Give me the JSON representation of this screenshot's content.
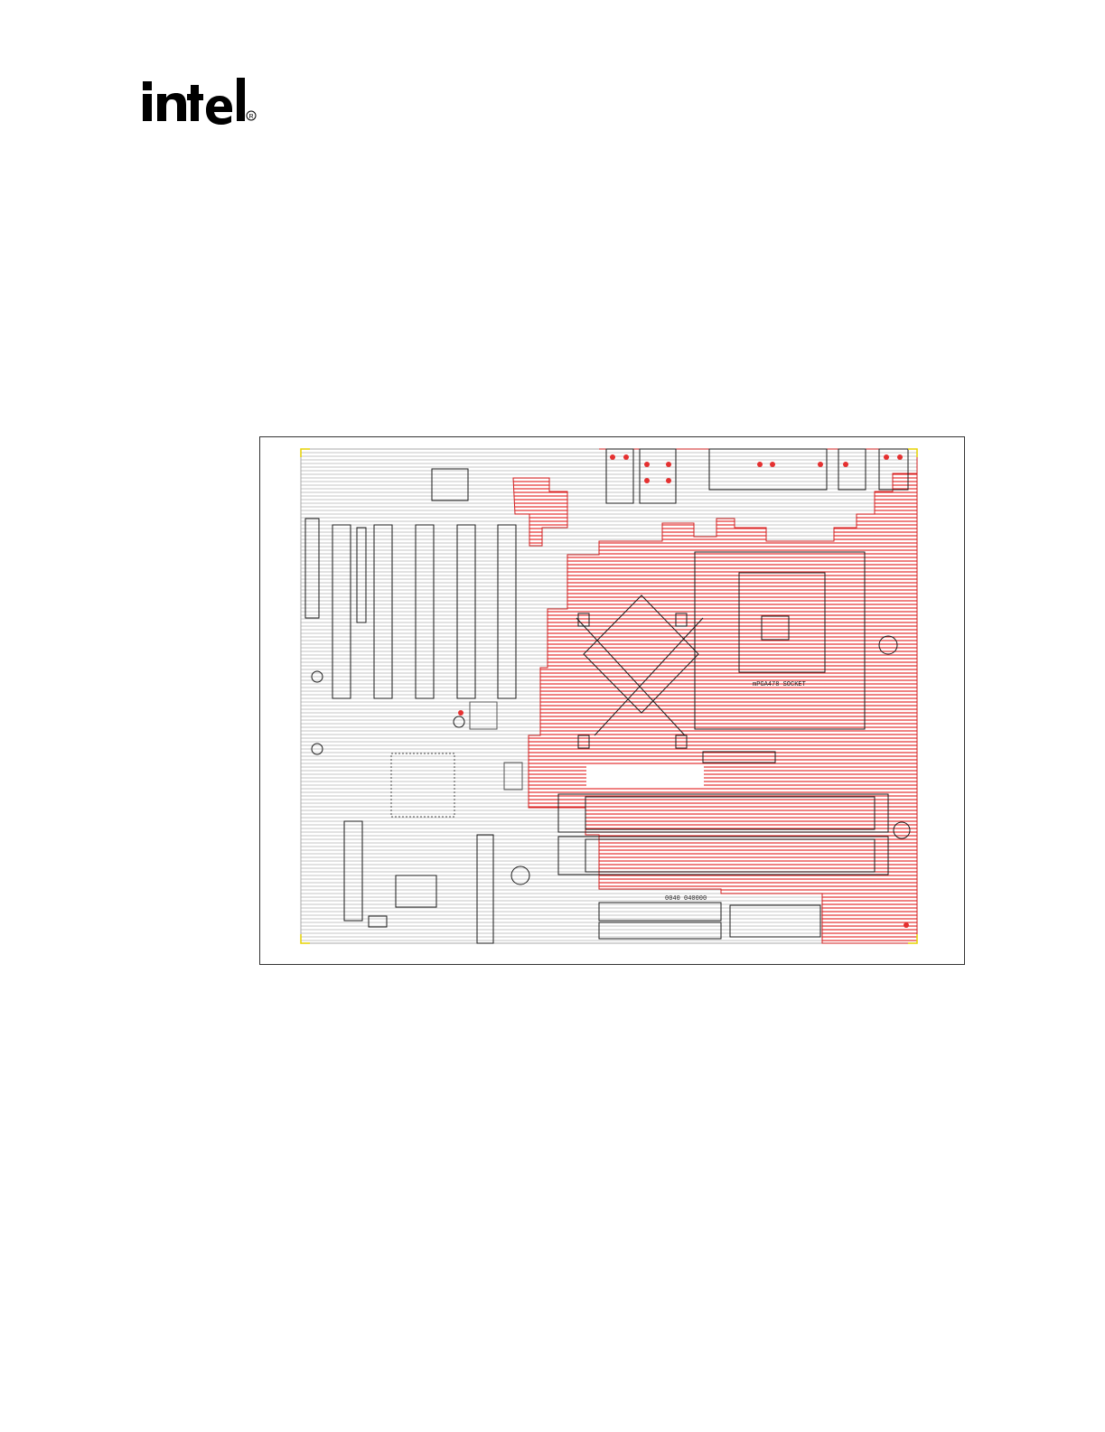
{
  "header": {
    "logo": {
      "icon": "intel-logo-icon",
      "text": "intel"
    }
  },
  "figure": {
    "labels": {
      "socket": "mPGA478 SOCKET",
      "connector_code": "0040 040000"
    },
    "colors": {
      "trace_gray": "#b8b8b8",
      "copper_red": "#e53030",
      "outline": "#1a1a1a",
      "fiducial_yellow": "#e6d200"
    }
  }
}
